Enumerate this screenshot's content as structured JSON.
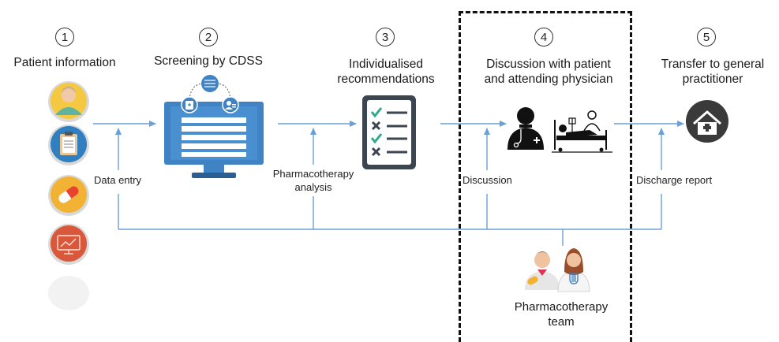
{
  "steps": [
    {
      "num": "1",
      "title": "Patient information"
    },
    {
      "num": "2",
      "title": "Screening by CDSS"
    },
    {
      "num": "3",
      "title_line1": "Individualised",
      "title_line2": "recommendations"
    },
    {
      "num": "4",
      "title_line1": "Discussion with patient",
      "title_line2": "and attending physician"
    },
    {
      "num": "5",
      "title_line1": "Transfer to general",
      "title_line2": "practitioner"
    }
  ],
  "connectors": {
    "data_entry": "Data entry",
    "pharmaco_line1": "Pharmacotherapy",
    "pharmaco_line2": "analysis",
    "discussion": "Discussion",
    "discharge": "Discharge report"
  },
  "team": {
    "line1": "Pharmacotherapy",
    "line2": "team"
  },
  "colors": {
    "arrow": "#6a9fd8",
    "screen": "#3f83c4",
    "screen_dark": "#2a5f94",
    "checklist": "#3b4651",
    "check_green": "#2eaa8a",
    "doctor": "#111111",
    "home_circle": "#3a3a3a"
  },
  "icons": [
    "person-avatar-icon",
    "clipboard-icon",
    "pill-icon",
    "monitor-chart-icon",
    "computer-monitor-icon",
    "checklist-icon",
    "doctor-icon",
    "hospital-bed-icon",
    "house-medical-icon",
    "pharmacist-team-icon"
  ]
}
